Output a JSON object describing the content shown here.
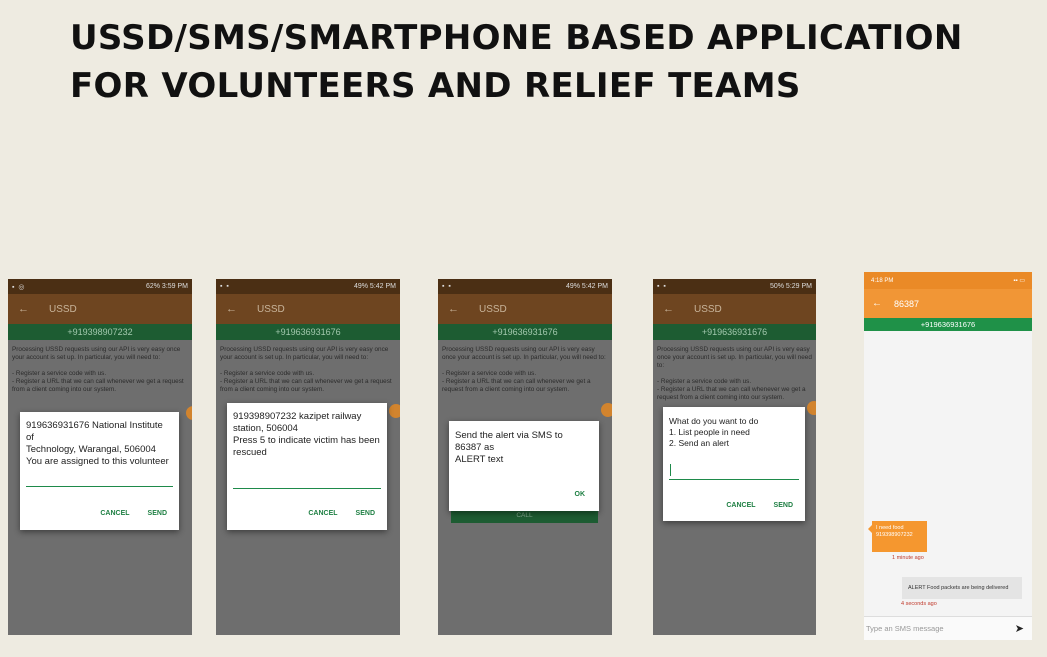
{
  "slide": {
    "title_line1": "USSD/SMS/SMARTPHONE BASED APPLICATION",
    "title_line2": "FOR VOLUNTEERS AND RELIEF TEAMS"
  },
  "common": {
    "app_title": "USSD",
    "para1": "Processing USSD requests using our API is very easy once your account is set up. In particular, you will need to:",
    "para2": "- Register a service code with us.",
    "para3": "- Register a URL that we can call whenever we get a request from a client coming into our system.",
    "cancel": "CANCEL",
    "send": "SEND",
    "ok": "OK",
    "call": "CALL"
  },
  "phones": [
    {
      "status_time": "3:59 PM",
      "status_battery": "62%",
      "number": "+919398907232",
      "dialog": [
        "919636931676 National Institute of",
        "Technology,  Warangal,  506004",
        "You are assigned to this volunteer"
      ]
    },
    {
      "status_time": "5:42 PM",
      "status_battery": "49%",
      "number": "+919636931676",
      "dialog": [
        "919398907232 kazipet railway",
        "station, 506004",
        "Press 5 to indicate victim has been",
        "rescued"
      ]
    },
    {
      "status_time": "5:42 PM",
      "status_battery": "49%",
      "number": "+919636931676",
      "dialog": [
        "Send the alert via SMS to",
        "86387 as",
        "ALERT text"
      ]
    },
    {
      "status_time": "5:29 PM",
      "status_battery": "50%",
      "number": "+919636931676",
      "dialog": [
        "What do you want to do",
        "1. List people in need",
        "2. Send an alert"
      ]
    }
  ],
  "sms": {
    "status_time": "4:18 PM",
    "contact": "86387",
    "number": "+919636931676",
    "incoming_line1": "I need food",
    "incoming_line2": "919398907232",
    "incoming_time": "1 minute ago",
    "outgoing": "ALERT Food packets are being delivered",
    "outgoing_time": "4 seconds ago",
    "input_placeholder": "Type an SMS message"
  }
}
